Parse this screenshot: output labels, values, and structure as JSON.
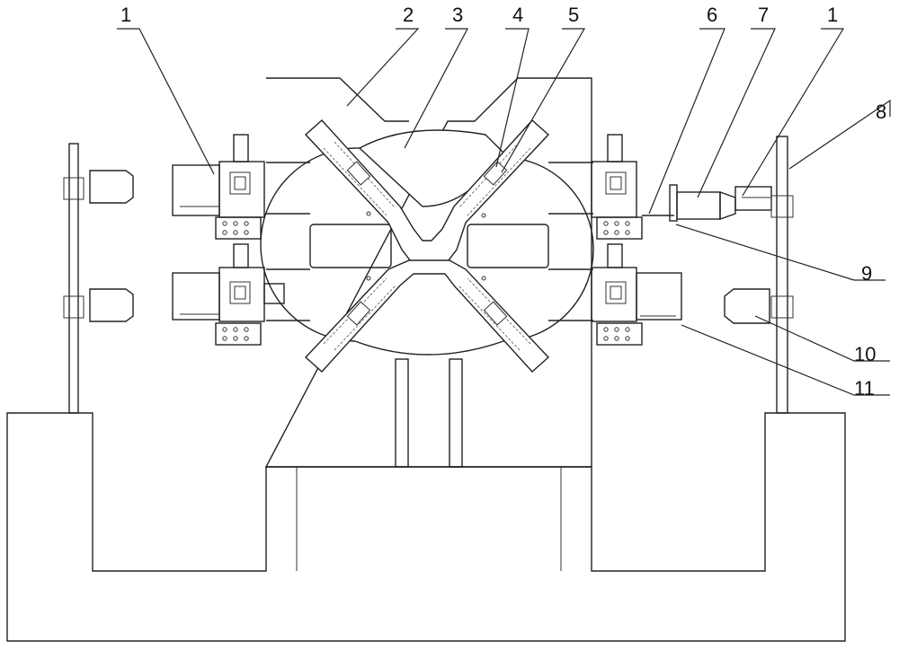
{
  "diagram": {
    "labels": [
      "1",
      "2",
      "3",
      "4",
      "5",
      "6",
      "7",
      "1",
      "8",
      "9",
      "10",
      "11"
    ]
  }
}
